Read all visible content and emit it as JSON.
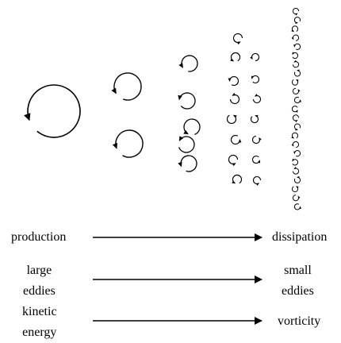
{
  "colors": {
    "ink": "#000000",
    "background": "#ffffff"
  },
  "icons": [
    "eddy-arrow-icon",
    "arrow-right-icon"
  ],
  "rows": [
    {
      "left": "production",
      "right": "dissipation"
    },
    {
      "left_line1": "large",
      "left_line2": "eddies",
      "right_line1": "small",
      "right_line2": "eddies"
    },
    {
      "left_line1": "kinetic",
      "left_line2": "energy",
      "right": "vorticity"
    }
  ]
}
